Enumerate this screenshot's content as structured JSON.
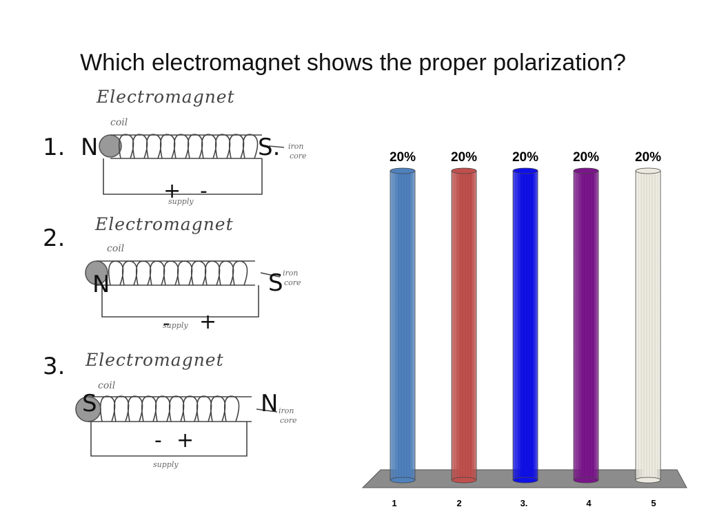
{
  "question": "Which electromagnet shows the proper polarization?",
  "diagrams": [
    {
      "number": "1.",
      "heading": "Electromagnet",
      "coil_label": "coil",
      "core_label_top": "iron",
      "core_label_bottom": "core",
      "left_pole": "N",
      "right_pole": "S.",
      "sign_left": "+",
      "sign_right": "-",
      "supply_label": "supply"
    },
    {
      "number": "2.",
      "heading": "Electromagnet",
      "coil_label": "coil",
      "core_label_top": "iron",
      "core_label_bottom": "core",
      "left_pole": "N",
      "right_pole": "S",
      "sign_left": "-",
      "sign_right": "+",
      "supply_label": "supply"
    },
    {
      "number": "3.",
      "heading": "Electromagnet",
      "coil_label": "coil",
      "core_label_top": "iron",
      "core_label_bottom": "core",
      "left_pole": "S",
      "right_pole": "N",
      "sign_left": "-",
      "sign_right": "+",
      "supply_label": "supply"
    }
  ],
  "chart_data": {
    "type": "bar",
    "categories": [
      "1",
      "2",
      "3.",
      "4",
      "5"
    ],
    "values": [
      20,
      20,
      20,
      20,
      20
    ],
    "value_labels": [
      "20%",
      "20%",
      "20%",
      "20%",
      "20%"
    ],
    "ylim": [
      0,
      20
    ],
    "grid": false,
    "colors": [
      "#4f81bd",
      "#c0504d",
      "#1010e8",
      "#7a168a",
      "#eceadf"
    ]
  }
}
